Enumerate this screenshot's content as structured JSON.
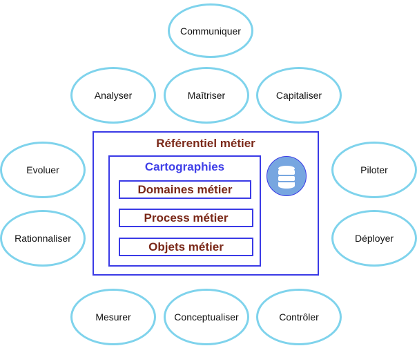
{
  "actions": [
    "Communiquer",
    "Analyser",
    "Maîtriser",
    "Capitaliser",
    "Evoluer",
    "Piloter",
    "Rationnaliser",
    "Déployer",
    "Mesurer",
    "Conceptualiser",
    "Contrôler"
  ],
  "referentiel": {
    "title": "Référentiel métier",
    "cartographies": {
      "title": "Cartographies",
      "items": [
        "Domaines métier",
        "Process métier",
        "Objets métier"
      ]
    },
    "icon": "database-icon"
  },
  "colors": {
    "ellipse_border": "#7fd3ec",
    "box_border": "#3a3ae6",
    "dark_red_text": "#7a2818",
    "blue_text": "#4040e8",
    "db_fill": "#77a6e0"
  }
}
